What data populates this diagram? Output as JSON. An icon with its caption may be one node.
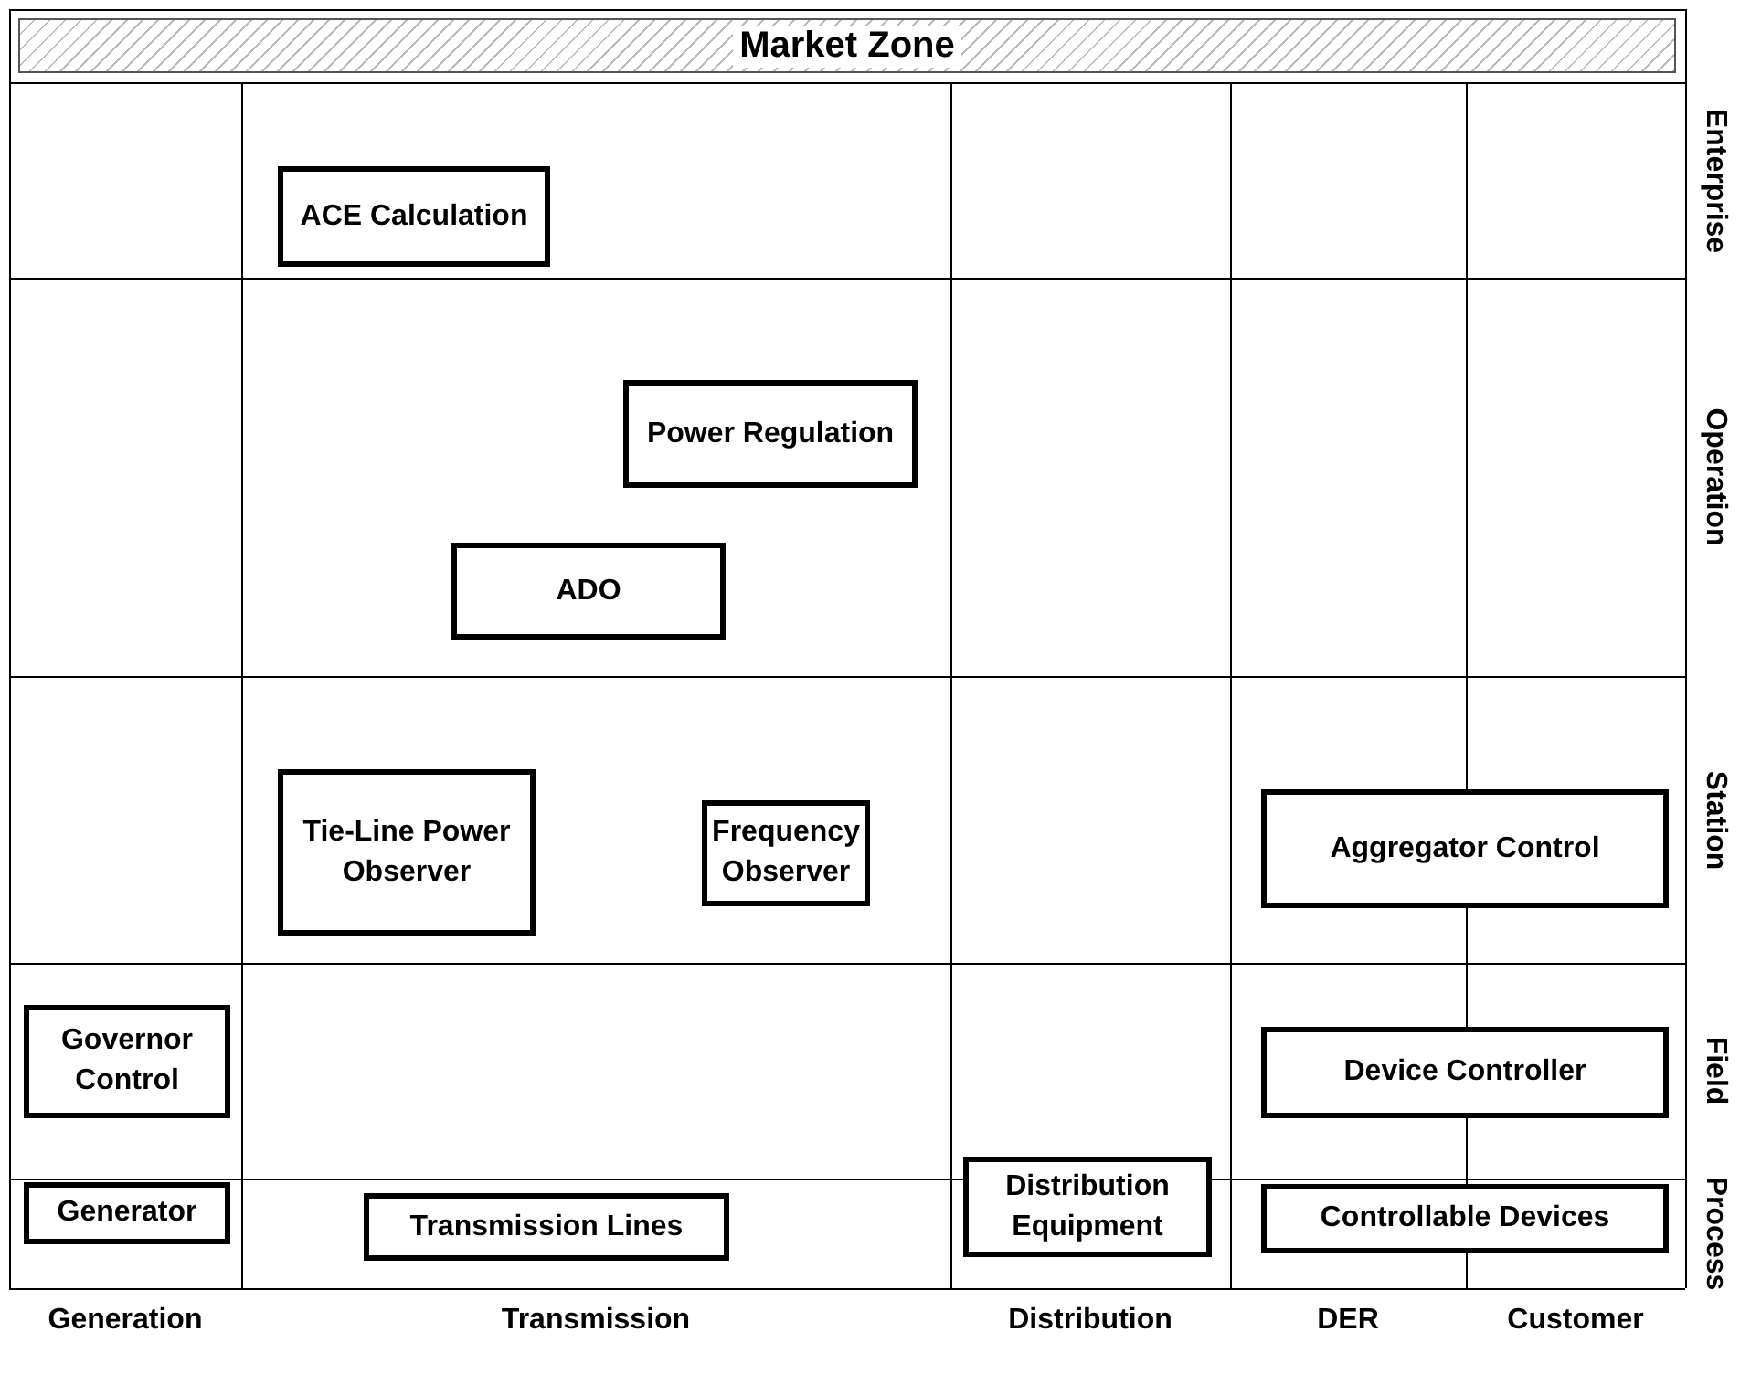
{
  "diagram": {
    "nodes": [
      {
        "text": [
          "Market Zone"
        ]
      },
      {
        "text": [
          "ACE Calculation"
        ]
      },
      {
        "text": [
          "Power Regulation"
        ]
      },
      {
        "text": [
          "ADO"
        ]
      },
      {
        "text": [
          "Tie-Line Power Observer"
        ]
      },
      {
        "text": [
          "Frequency Observer"
        ]
      },
      {
        "text": [
          "Aggregator Control"
        ]
      },
      {
        "text": [
          "Governor Control"
        ]
      },
      {
        "text": [
          "Device Controller"
        ]
      },
      {
        "text": [
          "Generator"
        ]
      },
      {
        "text": [
          "Transmission Lines"
        ]
      },
      {
        "text": [
          "Distribution Equipment"
        ]
      },
      {
        "text": [
          "Controllable Devices"
        ]
      }
    ],
    "labels": [
      "Enterprise",
      "Operation",
      "Station",
      "Field",
      "Process",
      "Generation",
      "Transmission",
      "Distribution",
      "DER",
      "Customer"
    ]
  }
}
